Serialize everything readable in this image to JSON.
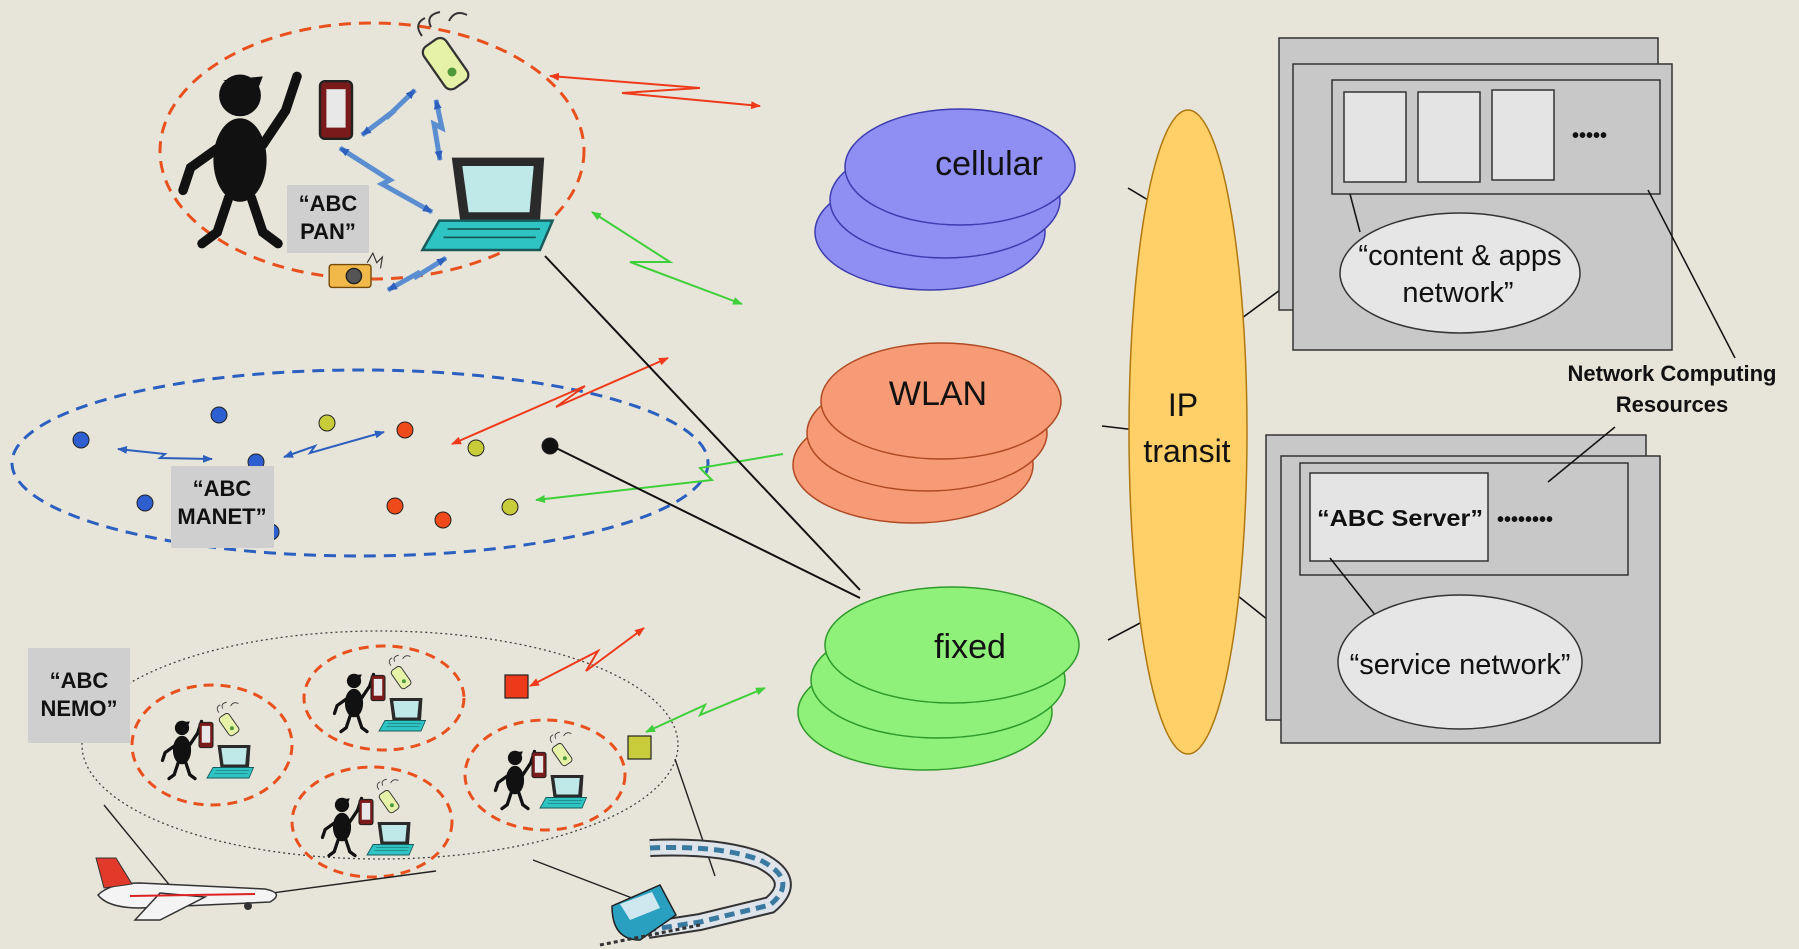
{
  "colors": {
    "background": "#e7e5da",
    "cellular": "#8f8ef2",
    "wlan": "#f79a76",
    "fixed": "#8ff07a",
    "ip_transit": "#ffd068",
    "red_link": "#ee3a1a",
    "green_link": "#3fcf3a",
    "blue_link": "#2d5fbd",
    "label_box": "#cfcfcf"
  },
  "groups": {
    "pan": "“ABC PAN”",
    "manet": "“ABC MANET”",
    "nemo": "“ABC NEMO”"
  },
  "access_networks": {
    "cellular": "cellular",
    "wlan": "WLAN",
    "fixed": "fixed"
  },
  "transit": {
    "line1": "IP",
    "line2": "transit"
  },
  "servers": {
    "content_line1": "“content & apps",
    "content_line2": "network”",
    "abc_server": "“ABC Server”",
    "service": "“service network”",
    "dots_top": "•••••",
    "dots_bottom": "••••••••",
    "ncr_line1": "Network Computing",
    "ncr_line2": "Resources"
  },
  "icons": {
    "person": "person-icon",
    "phone": "cordless-phone-icon",
    "pda": "pda-icon",
    "laptop": "laptop-icon",
    "camera": "camera-icon",
    "airplane": "airplane-icon",
    "train": "train-icon"
  }
}
